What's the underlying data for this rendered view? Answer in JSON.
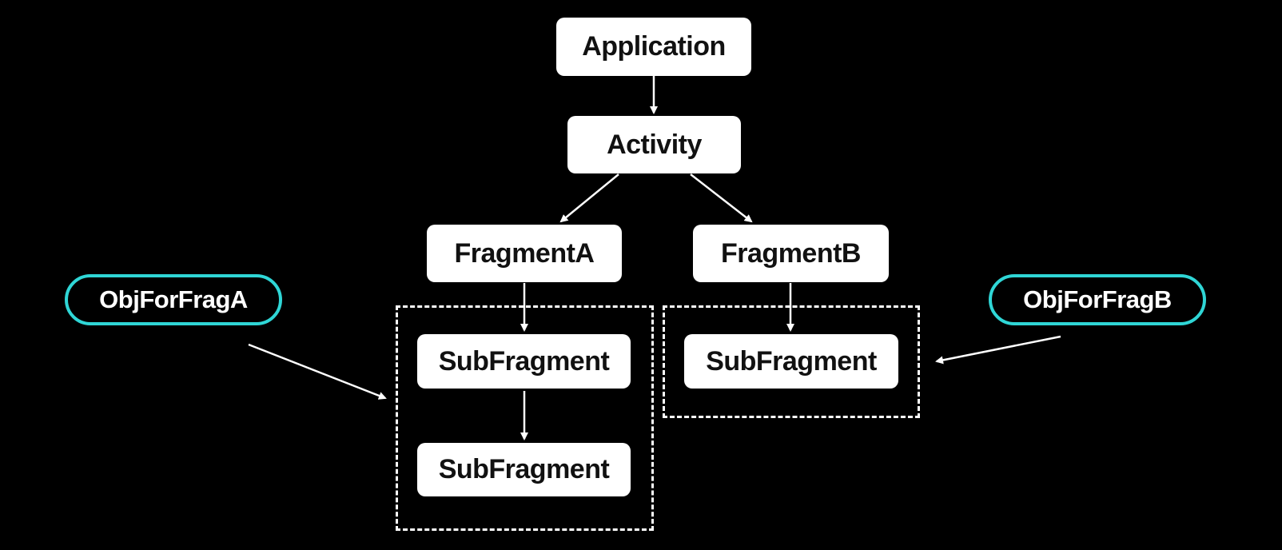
{
  "nodes": {
    "application": "Application",
    "activity": "Activity",
    "fragment_a": "FragmentA",
    "fragment_b": "FragmentB",
    "subfragment_a1": "SubFragment",
    "subfragment_a2": "SubFragment",
    "subfragment_b1": "SubFragment"
  },
  "objects": {
    "obj_a": "ObjForFragA",
    "obj_b": "ObjForFragB"
  },
  "colors": {
    "background": "#000000",
    "node_fill": "#ffffff",
    "object_border": "#2fd6d6",
    "edge": "#ffffff"
  },
  "edges": [
    {
      "from": "Application",
      "to": "Activity"
    },
    {
      "from": "Activity",
      "to": "FragmentA"
    },
    {
      "from": "Activity",
      "to": "FragmentB"
    },
    {
      "from": "FragmentA",
      "to": "SubFragment (A group)"
    },
    {
      "from": "SubFragment",
      "to": "SubFragment"
    },
    {
      "from": "FragmentB",
      "to": "SubFragment (B group)"
    },
    {
      "from": "ObjForFragA",
      "to": "FragmentA subtree group"
    },
    {
      "from": "ObjForFragB",
      "to": "FragmentB subtree group"
    }
  ]
}
